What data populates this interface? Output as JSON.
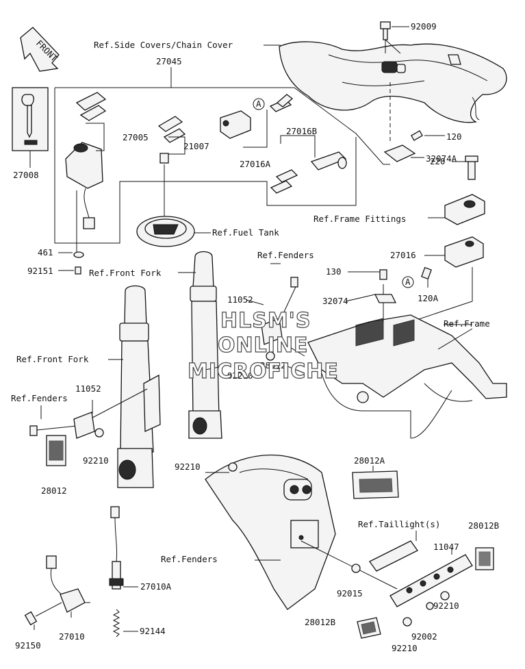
{
  "labels": {
    "ref_side_covers": "Ref.Side Covers/Chain Cover",
    "p92009": "92009",
    "p27045": "27045",
    "p27005": "27005",
    "p21007": "21007",
    "p27016A": "27016A",
    "p27016B": "27016B",
    "p120": "120",
    "p32074A": "32074A",
    "p27008": "27008",
    "p220": "220",
    "ref_frame_fittings": "Ref.Frame Fittings",
    "ref_fuel_tank": "Ref.Fuel Tank",
    "p461": "461",
    "p92151": "92151",
    "ref_front_fork_top": "Ref.Front Fork",
    "ref_fenders_top": "Ref.Fenders",
    "p27016": "27016",
    "p130": "130",
    "p120A": "120A",
    "p11052_top": "11052",
    "p32074": "32074",
    "ref_frame": "Ref.Frame",
    "p28012_top": "28012",
    "p92210_top": "92210",
    "ref_front_fork_left": "Ref.Front Fork",
    "p11052_left": "11052",
    "ref_fenders_left": "Ref.Fenders",
    "p92210_left": "92210",
    "p28012_left": "28012",
    "p92210_mid": "92210",
    "p28012A": "28012A",
    "ref_taillights": "Ref.Taillight(s)",
    "p28012B_right": "28012B",
    "p11047": "11047",
    "ref_fenders_bottom": "Ref.Fenders",
    "p27010A": "27010A",
    "p92015": "92015",
    "p92210_br": "92210",
    "p28012B_bottom": "28012B",
    "p92002": "92002",
    "p92210_bottom": "92210",
    "p92150": "92150",
    "p27010": "27010",
    "p92144": "92144",
    "callout_a": "A",
    "front_arrow": "FRONT"
  },
  "watermark": {
    "line1": "HLSM'S",
    "line2": "ONLINE",
    "line3": "MICROFICHE"
  }
}
